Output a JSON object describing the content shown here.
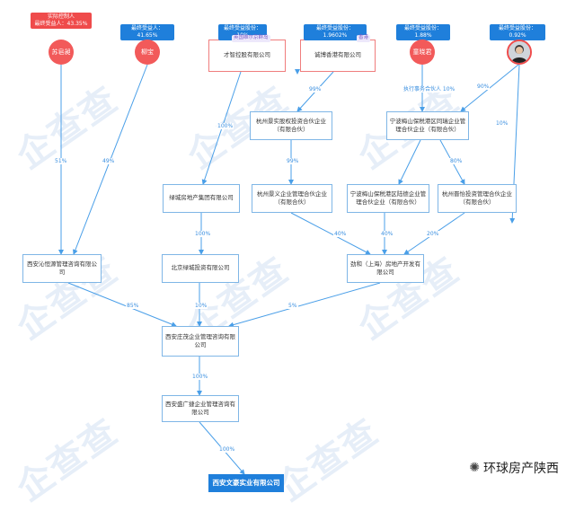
{
  "watermark": "企查查",
  "persons": [
    {
      "id": "suzhaohui",
      "name": "苏皂昶",
      "badge_lines": [
        "实际控制人",
        "最终受益人：43.35%"
      ],
      "badge_color": "red"
    },
    {
      "id": "liubao",
      "name": "柳宝",
      "badge_lines": [
        "最终受益人：41.65%"
      ],
      "badge_color": "blue"
    },
    {
      "id": "tongxiaojun",
      "name": "童晓君",
      "badge_lines": [
        "最终受益股份：1.88%"
      ],
      "badge_color": "blue"
    },
    {
      "id": "wangzh",
      "name": "",
      "badge_lines": [
        "最终受益股份：0.92%"
      ],
      "badge_color": "blue"
    }
  ],
  "companies": [
    {
      "id": "caizhi",
      "name": "才智控股有限公司",
      "badge": "最终受益股份：10%",
      "tag": "英国维尔京群岛"
    },
    {
      "id": "chengbo",
      "name": "诚博香港有限公司",
      "badge": "最终受益股份：1.9602%",
      "tag": "香港"
    },
    {
      "id": "hzjingshi",
      "name": "杭州景实股权投资合伙企业（有限合伙）"
    },
    {
      "id": "nbmeishan",
      "name": "宁波梅山保税港区同瑞企业管理合伙企业（有限合伙）"
    },
    {
      "id": "lvcheng",
      "name": "绿城房地产集团有限公司"
    },
    {
      "id": "hzjingyi",
      "name": "杭州景义企业管理合伙企业（有限合伙）"
    },
    {
      "id": "nbtangde",
      "name": "宁波梅山保税港区陆德企业管理合伙企业（有限合伙）"
    },
    {
      "id": "hzyuyi",
      "name": "杭州晋怡投资管理合伙企业（有限合伙）"
    },
    {
      "id": "xaqinheng",
      "name": "西安沁恒源管理咨询有限公司"
    },
    {
      "id": "bjlvcheng",
      "name": "北京绿城投资有限公司"
    },
    {
      "id": "jinhe",
      "name": "劲和（上海）房地产开发有限公司"
    },
    {
      "id": "xazhuangmao",
      "name": "西安庄茂企业管理咨询有限公司"
    },
    {
      "id": "xasheng",
      "name": "西安盛广捷企业管理咨询有限公司"
    },
    {
      "id": "xawenhao",
      "name": "西安文豪实业有限公司"
    }
  ],
  "edges": [
    {
      "id": "e1",
      "pct": "51%"
    },
    {
      "id": "e2",
      "pct": "49%"
    },
    {
      "id": "e3",
      "pct": "100%"
    },
    {
      "id": "e4",
      "pct": "99%"
    },
    {
      "id": "e5",
      "pct": "执行事务合伙人 10%"
    },
    {
      "id": "e6",
      "pct": "90%"
    },
    {
      "id": "e7",
      "pct": "10%"
    },
    {
      "id": "e8",
      "pct": "99%"
    },
    {
      "id": "e9",
      "pct": "80%"
    },
    {
      "id": "e10",
      "pct": "100%"
    },
    {
      "id": "e11",
      "pct": "40%"
    },
    {
      "id": "e12",
      "pct": "40%"
    },
    {
      "id": "e13",
      "pct": "20%"
    },
    {
      "id": "e14",
      "pct": "85%"
    },
    {
      "id": "e15",
      "pct": "10%"
    },
    {
      "id": "e16",
      "pct": "5%"
    },
    {
      "id": "e17",
      "pct": "100%"
    },
    {
      "id": "e18",
      "pct": "100%"
    }
  ],
  "brand": {
    "text": "环球房产陕西",
    "icon": "wechat-icon"
  },
  "colors": {
    "line": "#4a9fe8",
    "box_border": "#7fb6e6",
    "person": "#f25a5a",
    "badge_blue": "#1f7fdb",
    "badge_red": "#ef4b4b",
    "final": "#1f7fdb"
  }
}
